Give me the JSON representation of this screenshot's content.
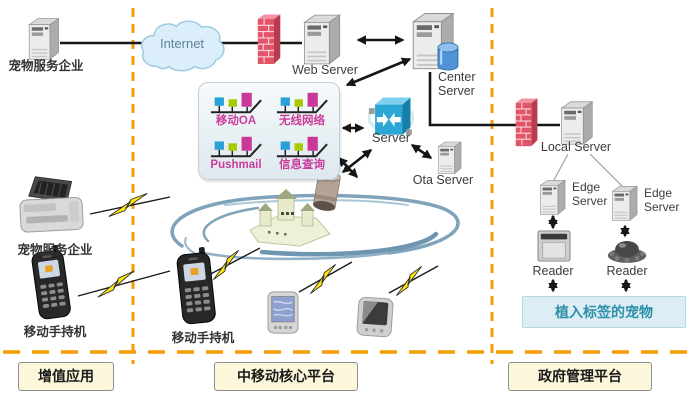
{
  "zones": {
    "left": {
      "label": "增值应用"
    },
    "middle": {
      "label": "中移动核心平台"
    },
    "right": {
      "label": "政府管理平台"
    }
  },
  "nodes": {
    "pet_company_top": {
      "label": "宠物服务企业",
      "icon": "server-icon"
    },
    "internet": {
      "label": "Internet",
      "icon": "cloud-icon"
    },
    "firewall_top": {
      "icon": "firewall-icon"
    },
    "web_server": {
      "label": "Web Server",
      "icon": "server-icon"
    },
    "center_server": {
      "label": "Center Server",
      "icon": "server-database-icon"
    },
    "core_server": {
      "label": "Server",
      "icon": "switch-icon"
    },
    "ota_server": {
      "label": "Ota Server",
      "icon": "server-icon"
    },
    "firewall_right": {
      "icon": "firewall-icon"
    },
    "local_server": {
      "label": "Local Server",
      "icon": "server-icon"
    },
    "edge_server_left": {
      "label": "Edge Server",
      "icon": "server-icon"
    },
    "edge_server_right": {
      "label": "Edge Server",
      "icon": "server-icon"
    },
    "reader_left": {
      "label": "Reader",
      "icon": "box-reader-icon"
    },
    "reader_right": {
      "label": "Reader",
      "icon": "dome-reader-icon"
    },
    "tagged_pets": {
      "label": "植入标签的宠物"
    },
    "pet_company_bottom": {
      "label": "宠物服务企业",
      "icon": "pos-terminal-icon"
    },
    "handheld_left": {
      "label": "移动手持机",
      "icon": "handheld-icon"
    },
    "handheld_middle": {
      "label": "移动手持机",
      "icon": "handheld-icon"
    },
    "pda_left": {
      "icon": "pda-icon"
    },
    "pda_right": {
      "icon": "pda-icon"
    },
    "base_station": {
      "icon": "antenna-tower-icon"
    },
    "mobile_network": {
      "icon": "swirl-cloud-castle-icon"
    }
  },
  "services": {
    "items": [
      {
        "label": "移动OA"
      },
      {
        "label": "无线网络"
      },
      {
        "label": "Pushmail"
      },
      {
        "label": "信息查询"
      }
    ]
  },
  "colors": {
    "divider_orange": "#f59c00",
    "service_label_magenta": "#cb3d9b",
    "tagged_pets_text": "#2e8fa8",
    "zone_box_bg": "#fcf7da",
    "internet_cloud_fill": "#dbeef9",
    "lightning_yellow": "#ffe60a",
    "firewall_red": "#e25568",
    "switch_blue": "#2ba7d6"
  }
}
